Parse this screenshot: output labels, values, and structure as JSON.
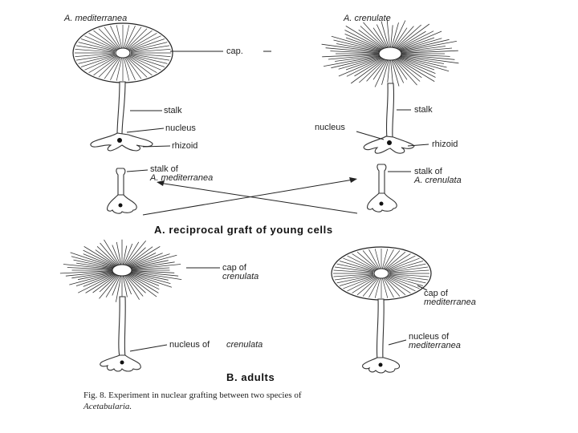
{
  "top": {
    "left_title": "A. mediterranea",
    "right_title": "A. crenulate",
    "labels": {
      "cap": "cap.",
      "stalk_left": "stalk",
      "nucleus_left": "nucleus",
      "rhizoid_left": "rhizoid",
      "stalk_right": "stalk",
      "nucleus_right": "nucleus",
      "rhizoid_right": "rhizoid"
    }
  },
  "graft": {
    "left_label_1": "stalk of",
    "left_label_2": "A. mediterranea",
    "right_label_1": "stalk of",
    "right_label_2": "A. crenulata",
    "section_title": "A. reciprocal graft of young cells"
  },
  "adults": {
    "left_cap_label_1": "cap of",
    "left_cap_label_2": "crenulata",
    "left_nucleus_label_1": "nucleus of",
    "left_nucleus_label_2": "crenulata",
    "right_cap_label_1": "cap of",
    "right_cap_label_2": "mediterranea",
    "right_nucleus_label_1": "nucleus of",
    "right_nucleus_label_2": "mediterranea",
    "section_title": "B. adults"
  },
  "caption": {
    "line1": "Fig.    8. Experiment in nuclear grafting between two species of",
    "line2": "Acetabularia."
  }
}
